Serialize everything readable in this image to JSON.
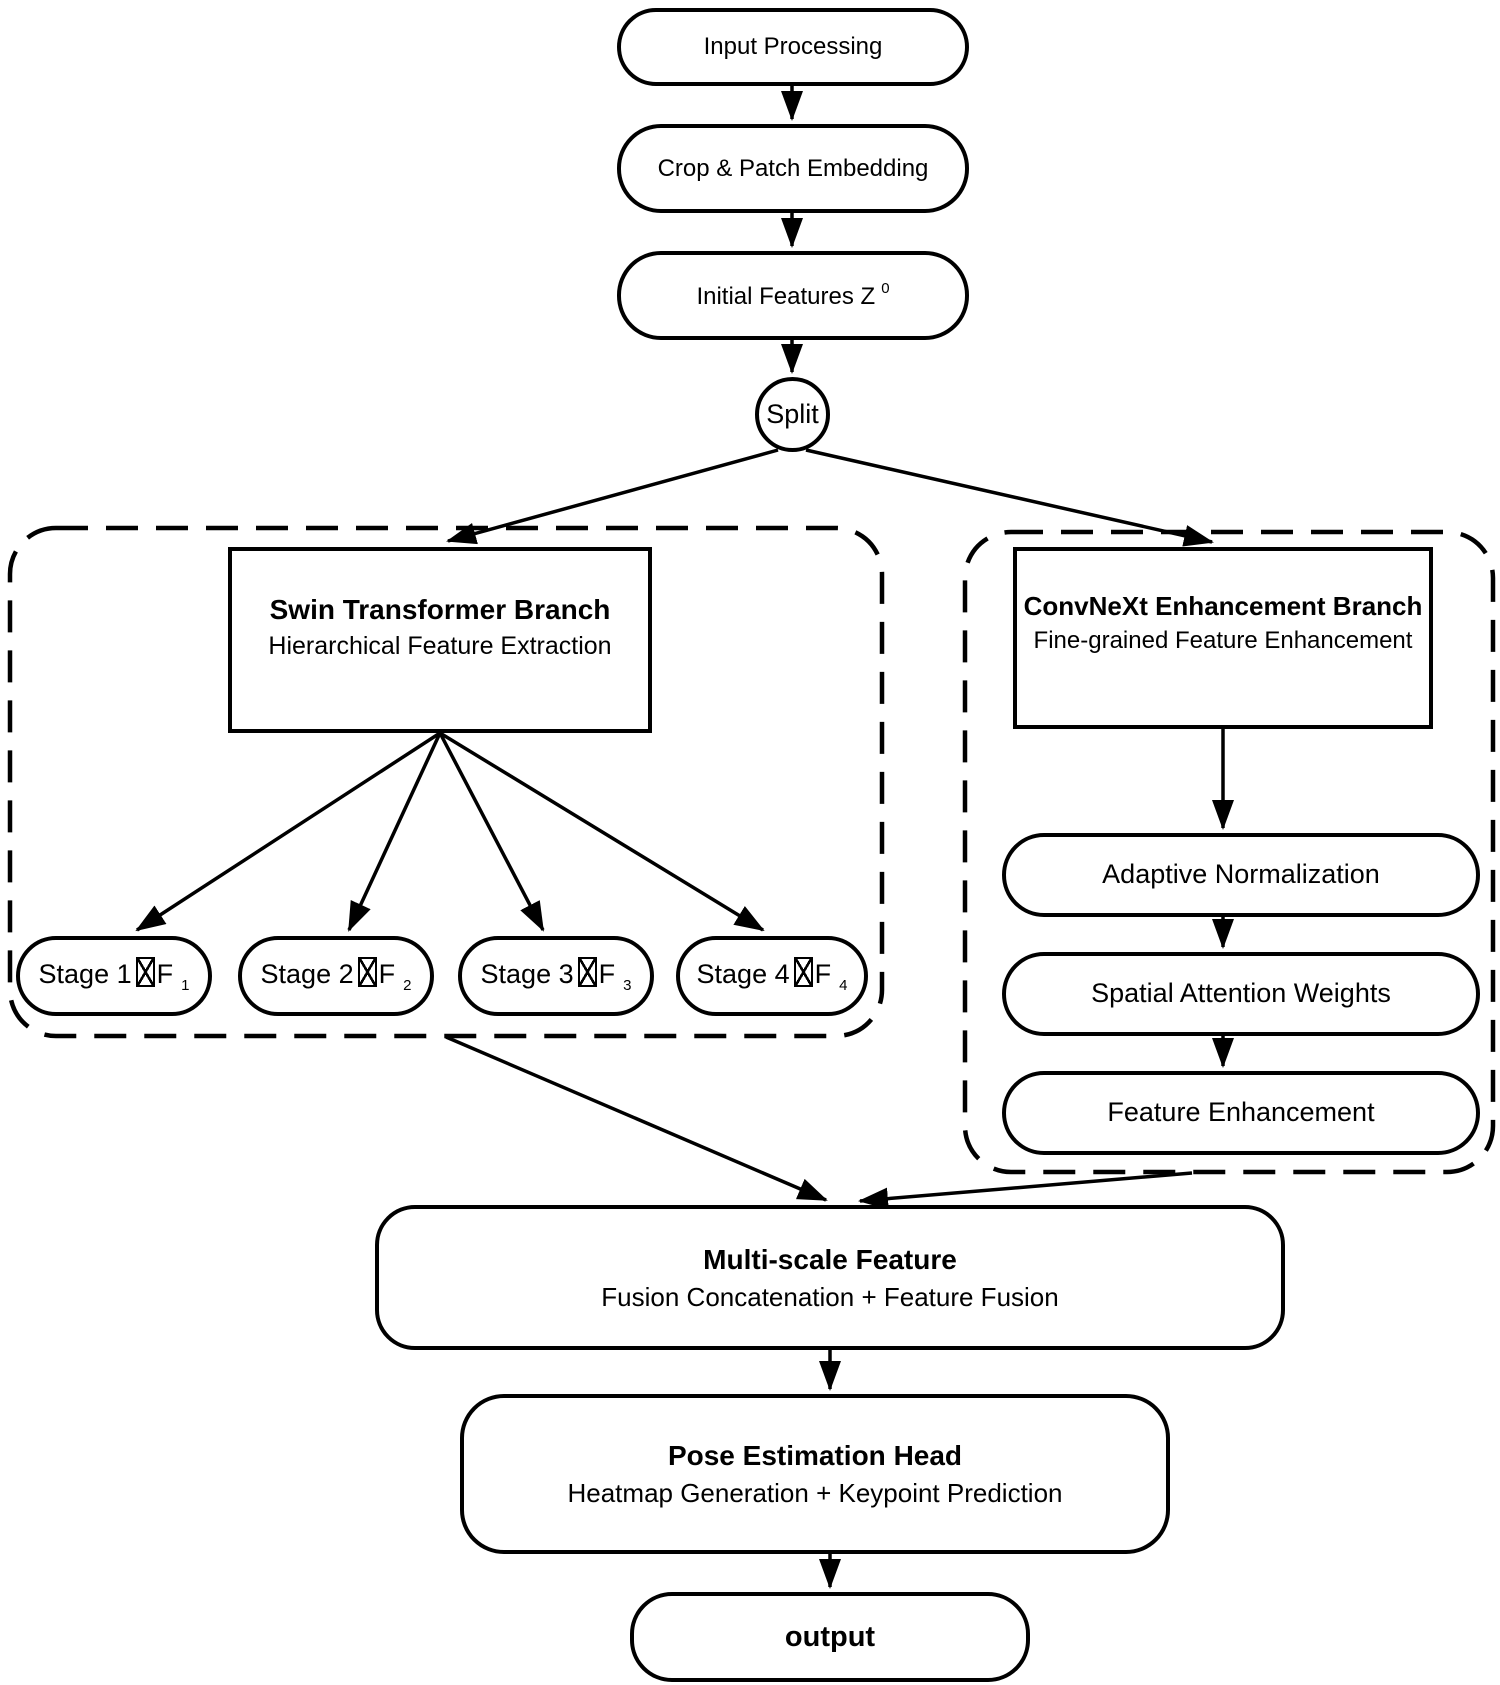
{
  "diagram": {
    "colors": {
      "stroke": "#000000",
      "background": "#ffffff"
    },
    "top_flow": {
      "input": "Input Processing",
      "crop_embed": "Crop & Patch Embedding",
      "initial_main": "Initial Features Z",
      "initial_sup": "0",
      "split": "Split"
    },
    "left_branch": {
      "title": "Swin Transformer Branch",
      "subtitle": "Hierarchical Feature Extraction",
      "stages": [
        {
          "prefix": "Stage 1",
          "f": "F",
          "sub": "1"
        },
        {
          "prefix": "Stage 2",
          "f": "F",
          "sub": "2"
        },
        {
          "prefix": "Stage 3",
          "f": "F",
          "sub": "3"
        },
        {
          "prefix": "Stage 4",
          "f": "F",
          "sub": "4"
        }
      ]
    },
    "right_branch": {
      "title": "ConvNeXt Enhancement Branch",
      "subtitle": "Fine-grained Feature Enhancement",
      "steps": [
        "Adaptive Normalization",
        "Spatial Attention Weights",
        "Feature Enhancement"
      ]
    },
    "fusion": {
      "title": "Multi-scale Feature",
      "subtitle": "Fusion Concatenation + Feature Fusion"
    },
    "head": {
      "title": "Pose Estimation Head",
      "subtitle": "Heatmap Generation + Keypoint Prediction"
    },
    "output": "output"
  }
}
